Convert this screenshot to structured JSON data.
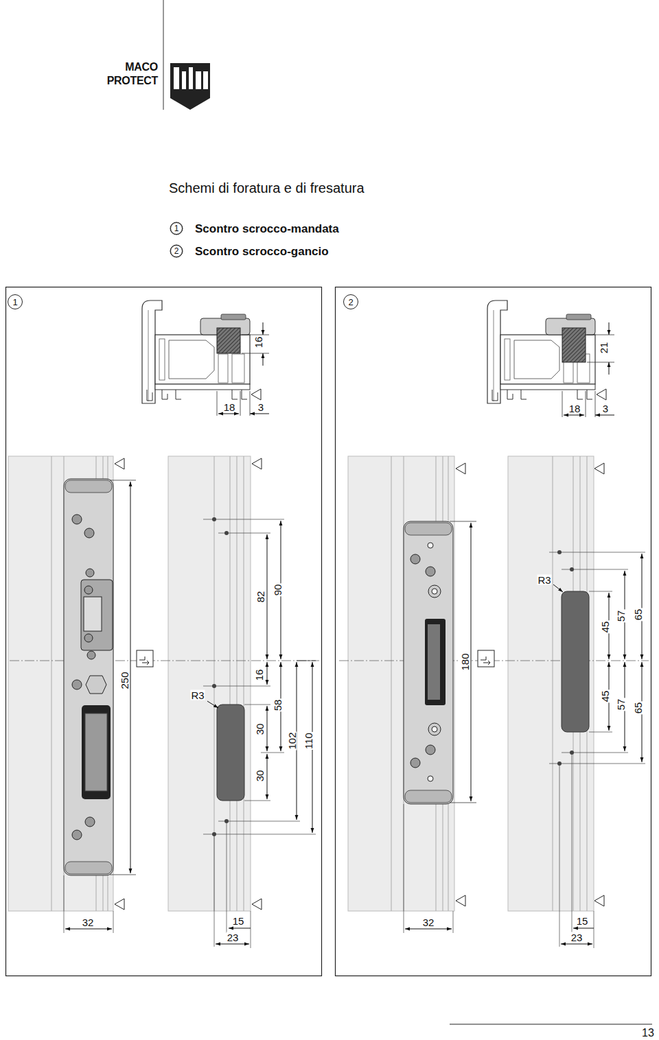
{
  "diagram": {
    "title": "Schemi di foratura e di fresatura",
    "nodes": [
      {
        "text": [
          "1"
        ]
      },
      {
        "text": [
          "2"
        ]
      },
      {
        "text": [
          "1"
        ]
      },
      {
        "text": [
          "2"
        ]
      }
    ],
    "labels": [
      "MACO PROTECT",
      "Scontro scrocco-mandata",
      "Scontro scrocco-gancio",
      "16",
      "18",
      "3",
      "82",
      "90",
      "250",
      "R3",
      "16",
      "58",
      "30",
      "102",
      "110",
      "30",
      "32",
      "15",
      "23",
      "21",
      "18",
      "3",
      "R3",
      "45",
      "57",
      "65",
      "180",
      "45",
      "57",
      "65",
      "32",
      "15",
      "23",
      "13"
    ]
  }
}
